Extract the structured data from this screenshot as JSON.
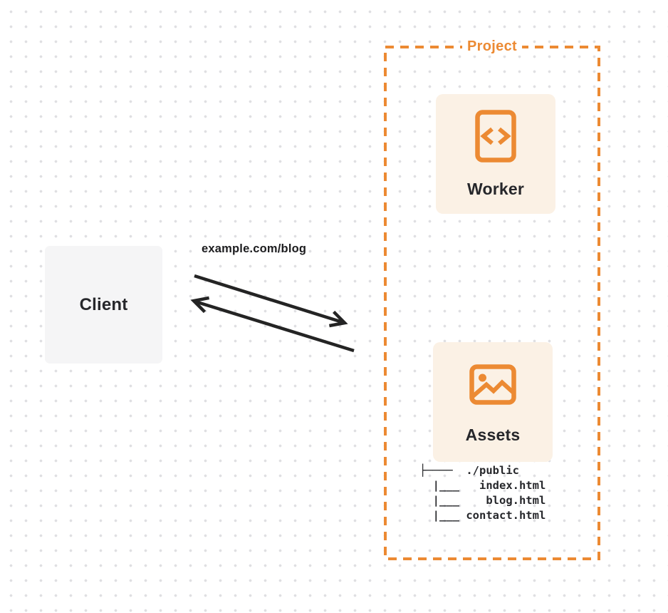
{
  "colors": {
    "accent_orange": "#EC8A33",
    "card_bg": "#FBF1E5",
    "client_bg": "#F5F5F6",
    "text_dark": "#26272B",
    "arrow_dark": "#242424",
    "dot_grid": "#DFDFE2",
    "page_bg": "#FFFFFF"
  },
  "client": {
    "label": "Client"
  },
  "request": {
    "label": "example.com/blog"
  },
  "project": {
    "label": "Project",
    "nodes": [
      {
        "id": "worker",
        "label": "Worker",
        "icon": "code-file-icon"
      },
      {
        "id": "assets",
        "label": "Assets",
        "icon": "image-icon"
      }
    ],
    "file_tree": "├────  ./public\n  |___   index.html\n  |___    blog.html\n  |___ contact.html"
  }
}
